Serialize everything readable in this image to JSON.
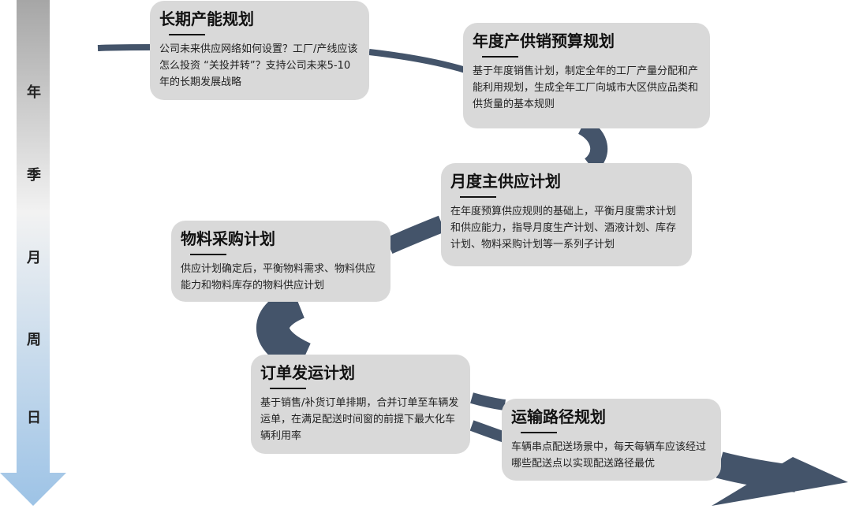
{
  "timeline": {
    "labels": [
      "年",
      "季",
      "月",
      "周",
      "日"
    ],
    "top_color": "#a6a6a6",
    "bottom_color": "#9dc3e6"
  },
  "road_color": "#44546a",
  "card_color": "#d9d9d9",
  "cards": [
    {
      "title": "长期产能规划",
      "desc": "公司未来供应网络如何设置？工厂/产线应该怎么投资 “关投并转”？支持公司未来5-10年的长期发展战略"
    },
    {
      "title": "年度产供销预算规划",
      "desc": "基于年度销售计划，制定全年的工厂产量分配和产能利用规划，生成全年工厂向城市大区供应品类和供货量的基本规则"
    },
    {
      "title": "月度主供应计划",
      "desc": "在年度预算供应规则的基础上，平衡月度需求计划和供应能力，指导月度生产计划、酒液计划、库存计划、物料采购计划等一系列子计划"
    },
    {
      "title": "物料采购计划",
      "desc": "供应计划确定后，平衡物料需求、物料供应能力和物料库存的物料供应计划"
    },
    {
      "title": "订单发运计划",
      "desc": "基于销售/补货订单排期，合并订单至车辆发运单，在满足配送时间窗的前提下最大化车辆利用率"
    },
    {
      "title": "运输路径规划",
      "desc": "车辆串点配送场景中，每天每辆车应该经过哪些配送点以实现配送路径最优"
    }
  ]
}
